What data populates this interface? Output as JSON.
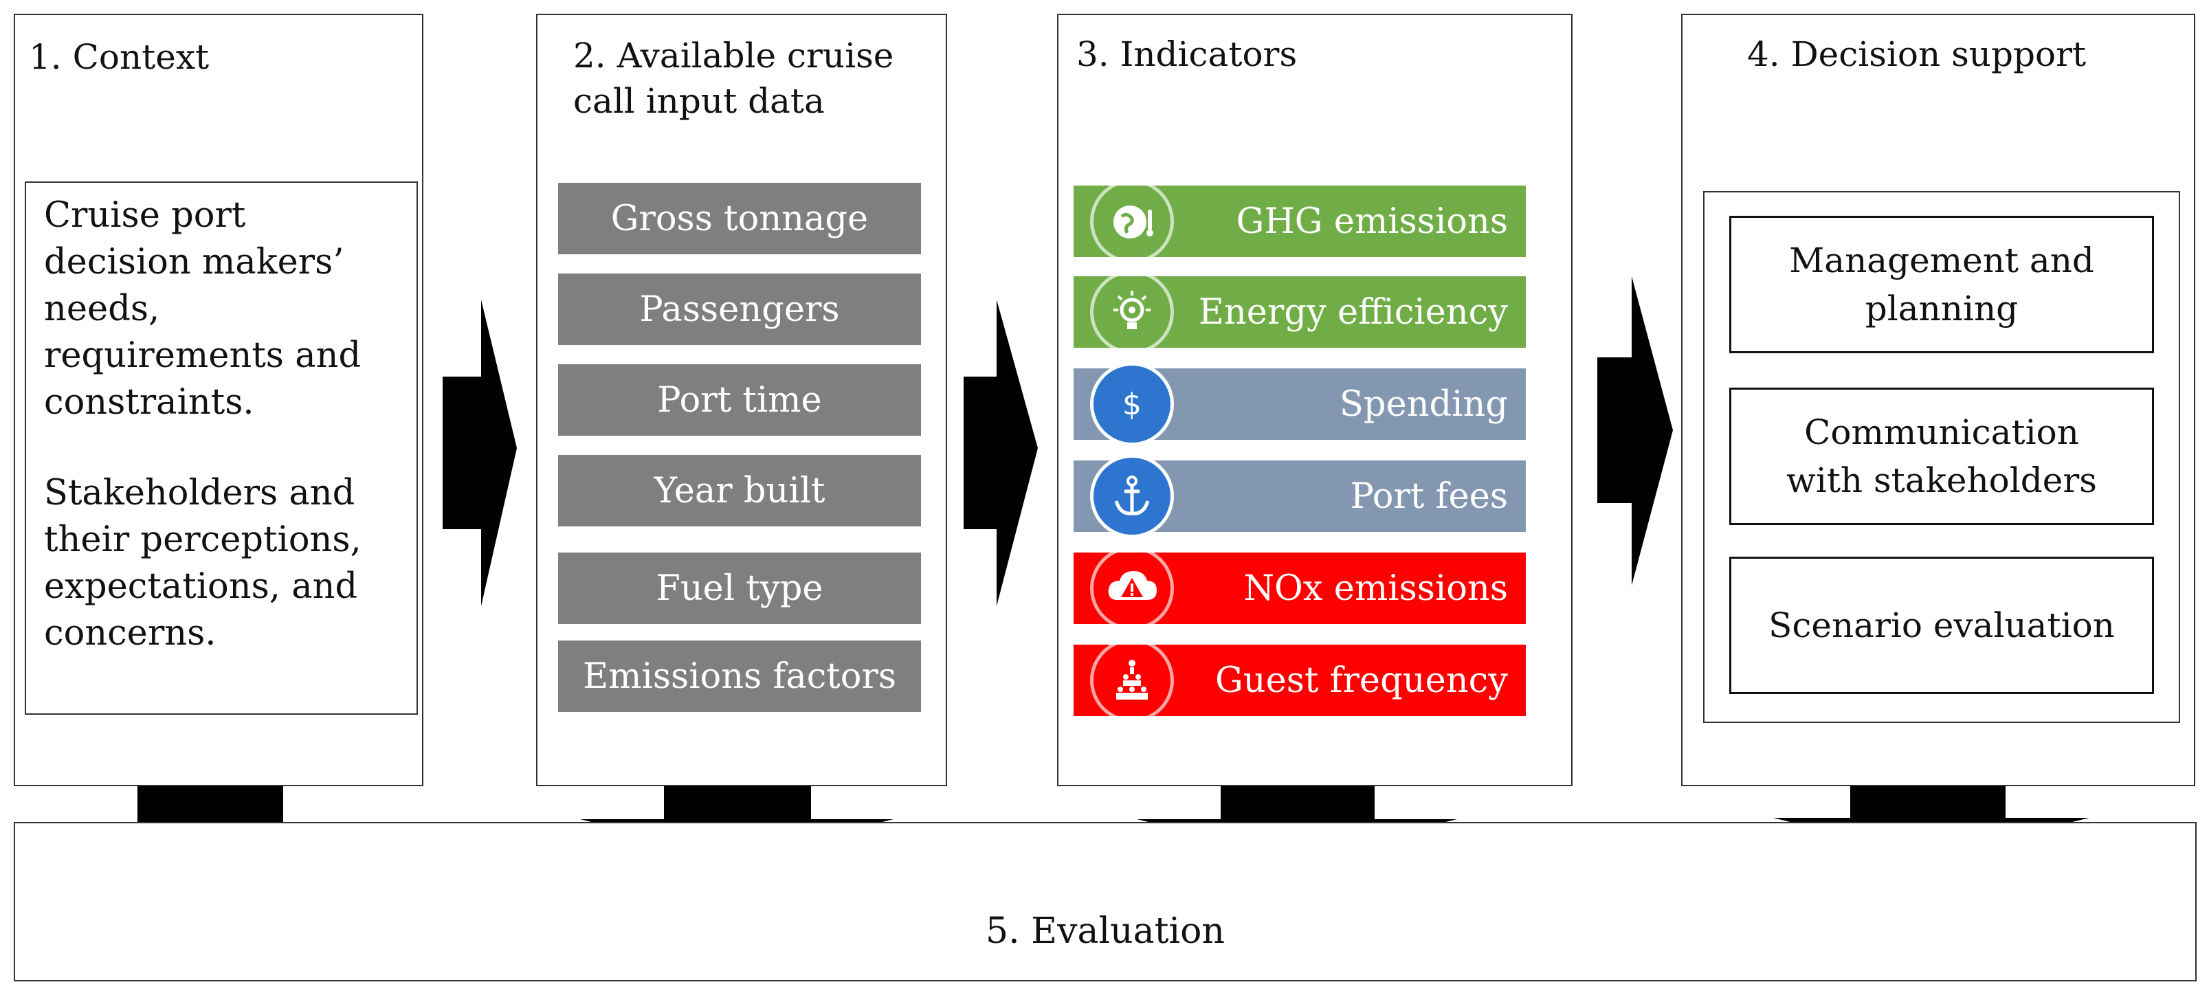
{
  "context": {
    "title": "1.   Context",
    "paragraphs": [
      "Cruise port decision makers’ needs, requirements and constraints.",
      "Stakeholders and their perceptions, expectations, and concerns."
    ]
  },
  "input_data": {
    "title": "2. Available cruise\ncall input data",
    "items": [
      "Gross tonnage",
      "Passengers",
      "Port time",
      "Year built",
      "Fuel type",
      "Emissions factors"
    ]
  },
  "indicators": {
    "title": "3. Indicators",
    "items": [
      {
        "label": "GHG emissions",
        "color": "#70ad47",
        "icon": "globe-thermometer-icon"
      },
      {
        "label": "Energy efficiency",
        "color": "#70ad47",
        "icon": "lightbulb-icon"
      },
      {
        "label": "Spending",
        "color": "#8497b0",
        "icon": "dollar-icon"
      },
      {
        "label": "Port fees",
        "color": "#8497b0",
        "icon": "anchor-icon"
      },
      {
        "label": "NOx emissions",
        "color": "#ff0000",
        "icon": "warning-cloud-icon"
      },
      {
        "label": "Guest frequency",
        "color": "#ff0000",
        "icon": "crowd-icon"
      }
    ]
  },
  "decision_support": {
    "title": "4. Decision support",
    "items": [
      "Management and\nplanning",
      "Communication\nwith stakeholders",
      "Scenario evaluation"
    ]
  },
  "evaluation": {
    "label": "5. Evaluation"
  }
}
